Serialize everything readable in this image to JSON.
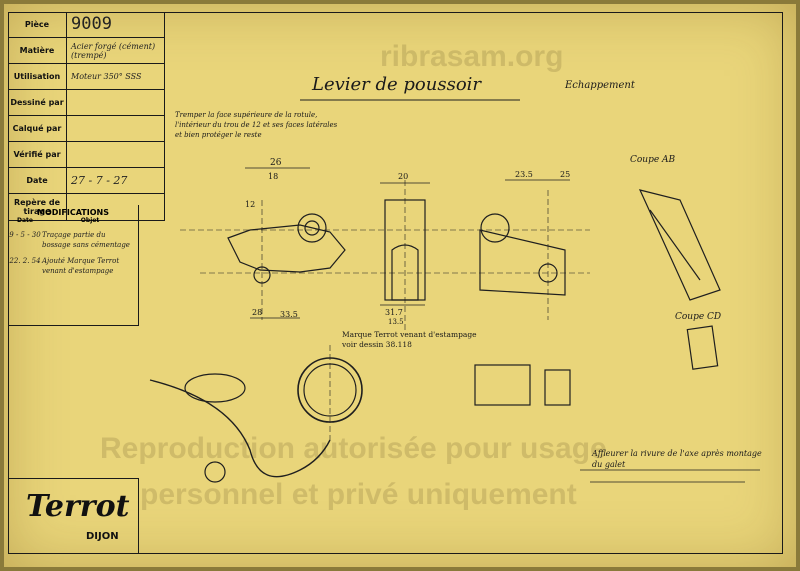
{
  "titleblock": {
    "piece_label": "Pièce",
    "piece_value": "9009",
    "matiere_label": "Matière",
    "matiere_value": "Acier forgé (cément) (trempé)",
    "utilisation_label": "Utilisation",
    "utilisation_value": "Moteur 350° SSS",
    "dessine_label": "Dessiné par",
    "dessine_value": "",
    "calque_label": "Calqué par",
    "calque_value": "",
    "verifie_label": "Vérifié par",
    "verifie_value": "",
    "date_label": "Date",
    "date_value": "27 - 7 - 27",
    "repere_label": "Repère de tirage",
    "repere_value": ""
  },
  "modifications": {
    "title": "MODIFICATIONS",
    "date_col": "Date",
    "objet_col": "Objet",
    "rows": [
      {
        "date": "9 - 5 - 30",
        "objet": "Traçage partie du bossage sans cémentage"
      },
      {
        "date": "22. 2. 54",
        "objet": "Ajouté Marque Terrot venant d'estampage"
      }
    ]
  },
  "drawing": {
    "title": "Levier de poussoir",
    "subtitle": "Echappement",
    "note_top": "Tremper la face supérieure de la rotule, l'intérieur du trou de 12 et ses faces latérales et bien protéger le reste",
    "note_mark": "Marque Terrot venant d'estampage voir dessin 38.118",
    "note_bottom": "Affleurer la rivure de l'axe après montage du galet",
    "coupe_ab": "Coupe AB",
    "coupe_cd": "Coupe CD",
    "dims": [
      "26",
      "12",
      "18",
      "20",
      "23.5",
      "25",
      "33.5",
      "28",
      "31.7",
      "13.5"
    ]
  },
  "brand": {
    "logo": "Terrot",
    "city": "DIJON"
  },
  "watermark": {
    "line1": "Reproduction autorisée pour usage",
    "line2": "personnel et privé uniquement",
    "site": "ribrasam.org"
  }
}
